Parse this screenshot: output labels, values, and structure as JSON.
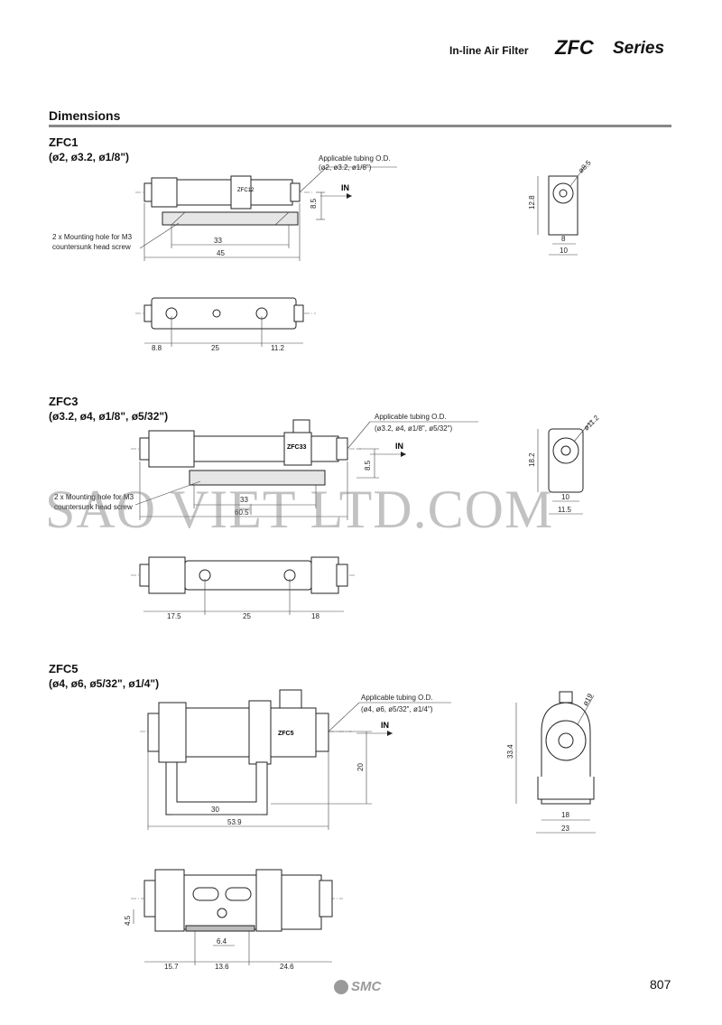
{
  "header": {
    "subtitle": "In-line Air Filter",
    "series_code": "ZFC",
    "series_word": "Series"
  },
  "section": {
    "title": "Dimensions"
  },
  "models": [
    {
      "name": "ZFC1",
      "tubing": "(ø2, ø3.2, ø1/8\")",
      "callout": "Applicable tubing O.D.",
      "callout_sizes": "(ø2, ø3.2, ø1/8\")",
      "in_label": "IN",
      "body_text": "ZFC12",
      "mount_note_1": "2 x Mounting hole for M3",
      "mount_note_2": "countersunk head screw",
      "dims": {
        "mount": "33",
        "length": "45",
        "height": "8.5",
        "left": "8.8",
        "pitch": "25",
        "right": "11.2",
        "side_h": "12.8",
        "side_w": "10",
        "side_in": "8",
        "dia": "ø8.5"
      }
    },
    {
      "name": "ZFC3",
      "tubing": "(ø3.2, ø4, ø1/8\", ø5/32\")",
      "callout": "Applicable tubing O.D.",
      "callout_sizes": "(ø3.2, ø4, ø1/8\", ø5/32\")",
      "in_label": "IN",
      "body_text": "ZFC33",
      "mount_note_1": "2 x Mounting hole for M3",
      "mount_note_2": "countersunk head screw",
      "dims": {
        "mount": "33",
        "length": "60.5",
        "height": "8.5",
        "left": "17.5",
        "pitch": "25",
        "right": "18",
        "side_h": "18.2",
        "side_w": "11.5",
        "side_in": "10",
        "dia": "ø11.2"
      }
    },
    {
      "name": "ZFC5",
      "tubing": "(ø4, ø6, ø5/32\", ø1/4\")",
      "callout": "Applicable tubing O.D.",
      "callout_sizes": "(ø4, ø6, ø5/32\", ø1/4\")",
      "in_label": "IN",
      "body_text": "ZFC5",
      "dims": {
        "mount": "30",
        "length": "53.9",
        "height": "20",
        "left": "15.7",
        "mid": "13.6",
        "right": "24.6",
        "slot": "6.4",
        "slot_h": "4.5",
        "side_h": "33.4",
        "side_w": "23",
        "side_in": "18",
        "dia": "ø19"
      }
    }
  ],
  "watermark": "SAO VIET LTD.COM",
  "footer": {
    "brand": "SMC",
    "page": "807"
  }
}
